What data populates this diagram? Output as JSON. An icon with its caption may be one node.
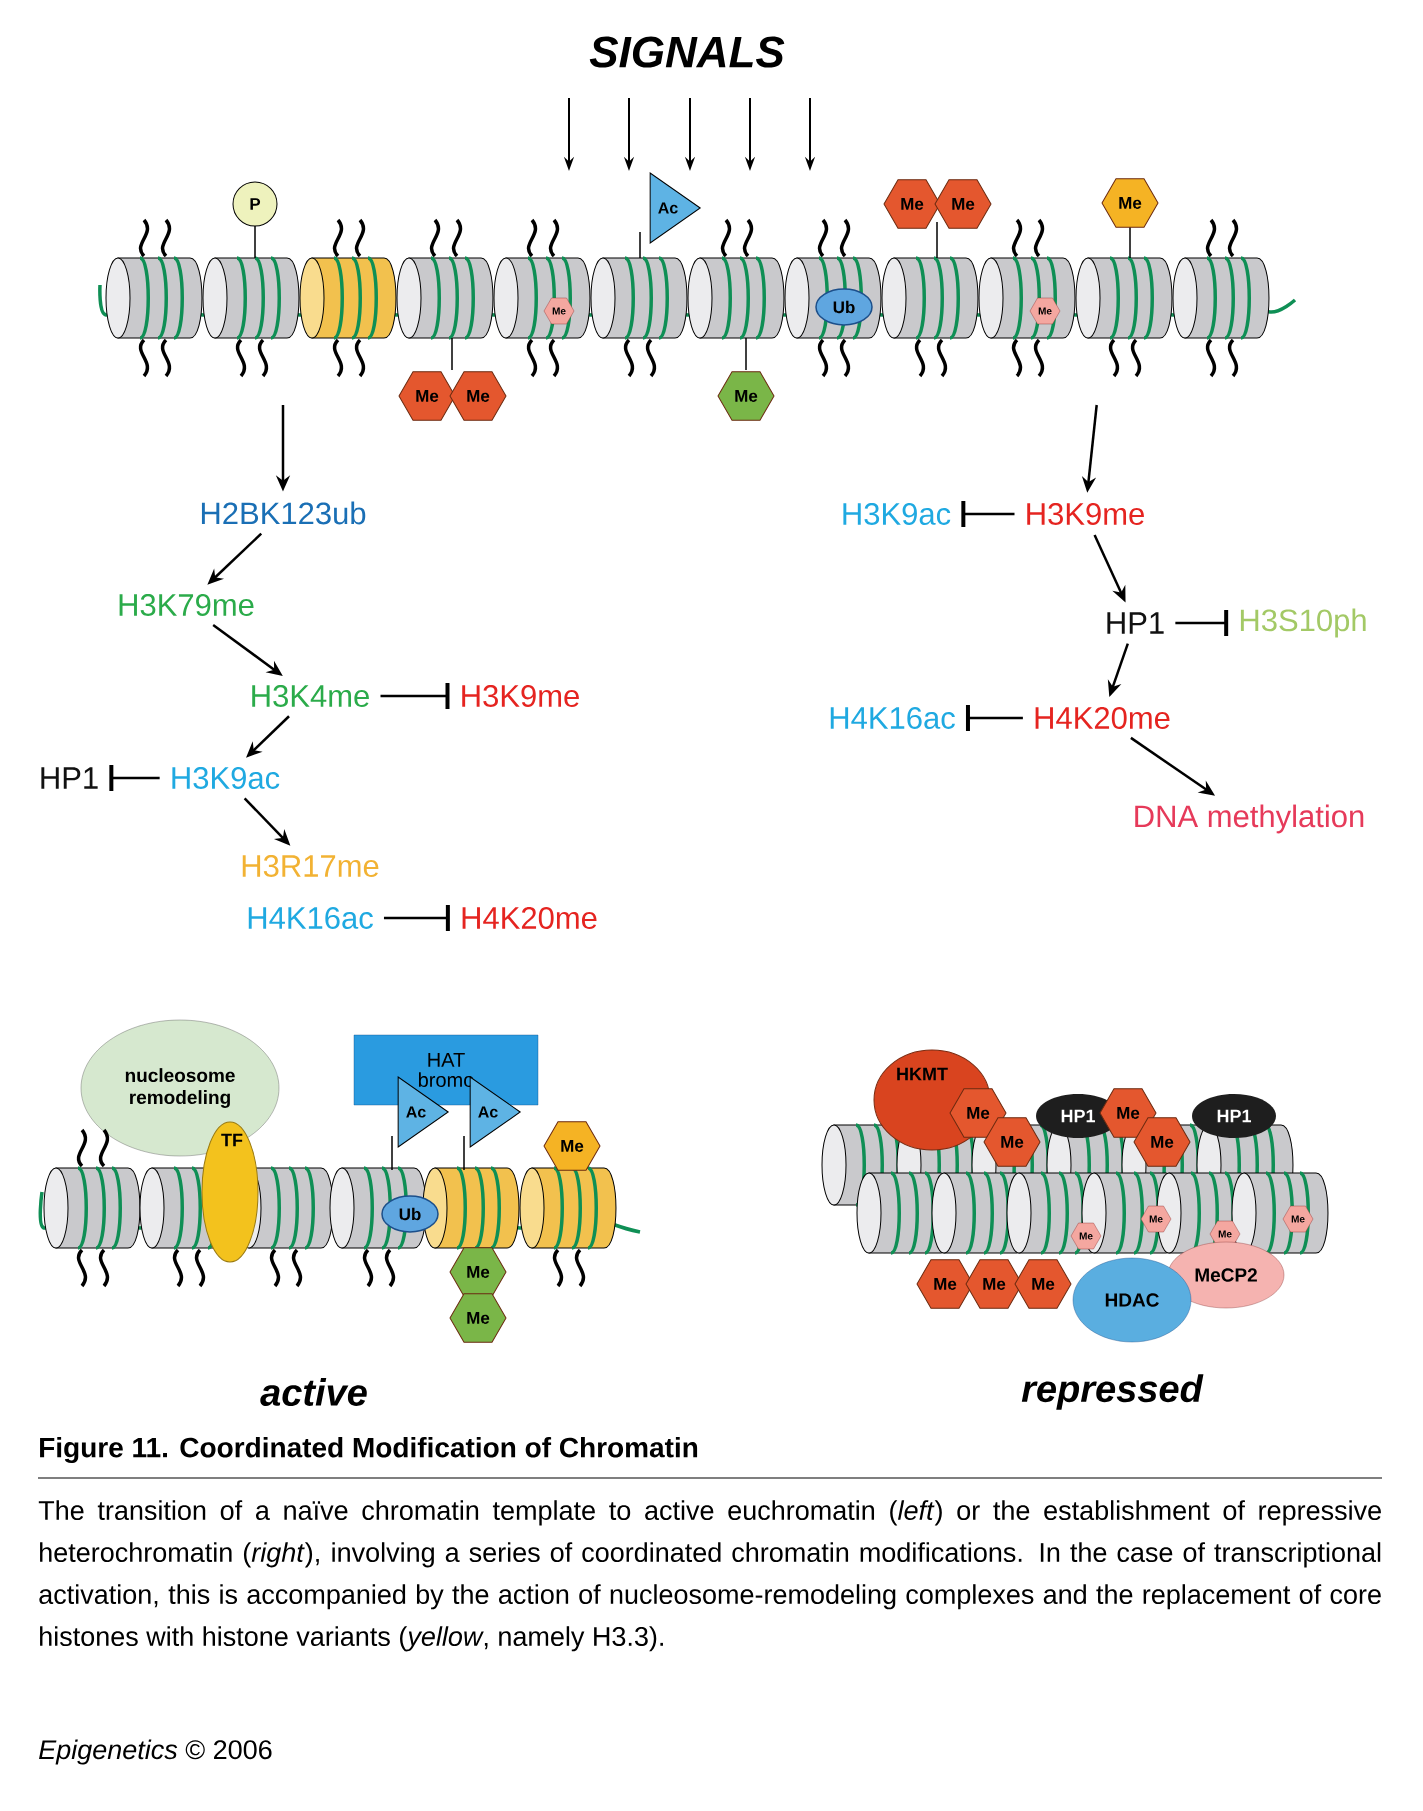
{
  "diagram": {
    "title": "Figure 11. Coordinated Modification of Chromatin",
    "caption": "The transition of a naïve chromatin template to active euchromatin (*left*) or the establishment of repressive heterochromatin (*right*), involving a series of coordinated chromatin modifications. In the case of transcriptional activation, this is accompanied by the action of nucleosome-remodeling complexes and the replacement of core histones with histone variants (*yellow*, namely H3.3).",
    "nodes": [
      {
        "text": [
          "P"
        ]
      },
      {
        "text": [
          "Ac"
        ]
      },
      {
        "text": [
          "Me"
        ]
      },
      {
        "text": [
          "Me"
        ]
      },
      {
        "text": [
          "Me"
        ]
      },
      {
        "text": [
          "Me"
        ]
      },
      {
        "text": [
          "Ub"
        ]
      },
      {
        "text": [
          "Me"
        ]
      },
      {
        "text": [
          "Me"
        ]
      },
      {
        "text": [
          "Me"
        ]
      },
      {
        "text": [
          "Me"
        ]
      },
      {
        "text": [
          "H2BK123ub"
        ]
      },
      {
        "text": [
          "H3K79me"
        ]
      },
      {
        "text": [
          "H3K4me"
        ]
      },
      {
        "text": [
          "H3K9me"
        ]
      },
      {
        "text": [
          "HP1"
        ]
      },
      {
        "text": [
          "H3K9ac"
        ]
      },
      {
        "text": [
          "H3R17me"
        ]
      },
      {
        "text": [
          "H4K16ac"
        ]
      },
      {
        "text": [
          "H4K20me"
        ]
      },
      {
        "text": [
          "H3K9ac"
        ]
      },
      {
        "text": [
          "H3K9me"
        ]
      },
      {
        "text": [
          "HP1"
        ]
      },
      {
        "text": [
          "H3S10ph"
        ]
      },
      {
        "text": [
          "H4K16ac"
        ]
      },
      {
        "text": [
          "H4K20me"
        ]
      },
      {
        "text": [
          "DNA methylation"
        ]
      },
      {
        "text": [
          "nucleosome remodeling"
        ]
      },
      {
        "text": [
          "TF"
        ]
      },
      {
        "text": [
          "HAT bromo"
        ]
      },
      {
        "text": [
          "Ac"
        ]
      },
      {
        "text": [
          "Ac"
        ]
      },
      {
        "text": [
          "Me"
        ]
      },
      {
        "text": [
          "Ub"
        ]
      },
      {
        "text": [
          "Me"
        ]
      },
      {
        "text": [
          "Me"
        ]
      },
      {
        "text": [
          "HKMT"
        ]
      },
      {
        "text": [
          "Me"
        ]
      },
      {
        "text": [
          "Me"
        ]
      },
      {
        "text": [
          "HP1"
        ]
      },
      {
        "text": [
          "Me"
        ]
      },
      {
        "text": [
          "Me"
        ]
      },
      {
        "text": [
          "HP1"
        ]
      },
      {
        "text": [
          "Me"
        ]
      },
      {
        "text": [
          "Me"
        ]
      },
      {
        "text": [
          "Me"
        ]
      },
      {
        "text": [
          "Me"
        ]
      },
      {
        "text": [
          "MeCP2"
        ]
      },
      {
        "text": [
          "HDAC"
        ]
      },
      {
        "text": [
          "Me"
        ]
      },
      {
        "text": [
          "Me"
        ]
      },
      {
        "text": [
          "Me"
        ]
      }
    ],
    "edges": [
      {
        "from": null,
        "to": 11,
        "arrow": "to"
      },
      {
        "from": 11,
        "to": 12,
        "arrow": "to"
      },
      {
        "from": 12,
        "to": 13,
        "arrow": "to"
      },
      {
        "from": 13,
        "to": 14,
        "arrow": "other"
      },
      {
        "from": 13,
        "to": 16,
        "arrow": "to"
      },
      {
        "from": 16,
        "to": 15,
        "arrow": "other"
      },
      {
        "from": 16,
        "to": 17,
        "arrow": "to"
      },
      {
        "from": 18,
        "to": 19,
        "arrow": "other"
      },
      {
        "from": null,
        "to": 21,
        "arrow": "to"
      },
      {
        "from": 21,
        "to": 20,
        "arrow": "other"
      },
      {
        "from": 21,
        "to": 22,
        "arrow": "to"
      },
      {
        "from": 22,
        "to": 23,
        "arrow": "other"
      },
      {
        "from": 22,
        "to": 25,
        "arrow": "to"
      },
      {
        "from": 25,
        "to": 24,
        "arrow": "other"
      },
      {
        "from": 25,
        "to": 26,
        "arrow": "to"
      }
    ],
    "labels": [
      "SIGNALS",
      "active",
      "repressed",
      "*Epigenetics* © 2006"
    ]
  }
}
